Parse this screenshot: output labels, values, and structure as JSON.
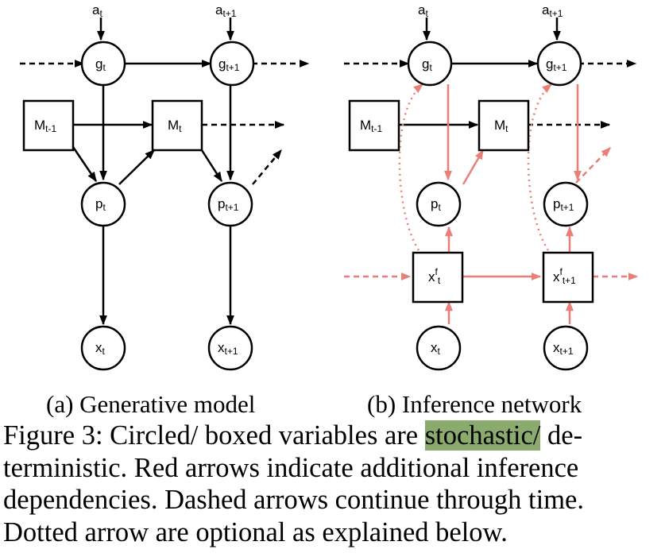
{
  "colors": {
    "black": "#000000",
    "inference_red": "#ea7f77",
    "highlight": "#8aaa6e"
  },
  "subfigures": {
    "a": {
      "caption": "(a) Generative model",
      "nodes": {
        "a_t": "a",
        "a_t_sub": "t",
        "a_t1": "a",
        "a_t1_sub": "t+1",
        "g_t": "g",
        "g_t_sub": "t",
        "g_t1": "g",
        "g_t1_sub": "t+1",
        "M_tm1": "M",
        "M_tm1_sub": "t-1",
        "M_t": "M",
        "M_t_sub": "t",
        "p_t": "p",
        "p_t_sub": "t",
        "p_t1": "p",
        "p_t1_sub": "t+1",
        "x_t": "x",
        "x_t_sub": "t",
        "x_t1": "x",
        "x_t1_sub": "t+1"
      }
    },
    "b": {
      "caption": "(b) Inference network",
      "nodes": {
        "a_t": "a",
        "a_t_sub": "t",
        "a_t1": "a",
        "a_t1_sub": "t+1",
        "g_t": "g",
        "g_t_sub": "t",
        "g_t1": "g",
        "g_t1_sub": "t+1",
        "M_tm1": "M",
        "M_tm1_sub": "t-1",
        "M_t": "M",
        "M_t_sub": "t",
        "p_t": "p",
        "p_t_sub": "t",
        "p_t1": "p",
        "p_t1_sub": "t+1",
        "xf_t": "x",
        "xf_t_sup": "f",
        "xf_t_sub": "t",
        "xf_t1": "x",
        "xf_t1_sup": "f",
        "xf_t1_sub": "t+1",
        "x_t": "x",
        "x_t_sub": "t",
        "x_t1": "x",
        "x_t1_sub": "t+1"
      }
    }
  },
  "caption": {
    "line1_pre": "Figure 3: Circled/ boxed variables are ",
    "line1_highlight": "stochastic/",
    "line1_post": " de-",
    "line2": "terministic. Red arrows indicate additional inference",
    "line3": "dependencies. Dashed arrows continue through time.",
    "line4": "Dotted arrow are optional as explained below."
  }
}
